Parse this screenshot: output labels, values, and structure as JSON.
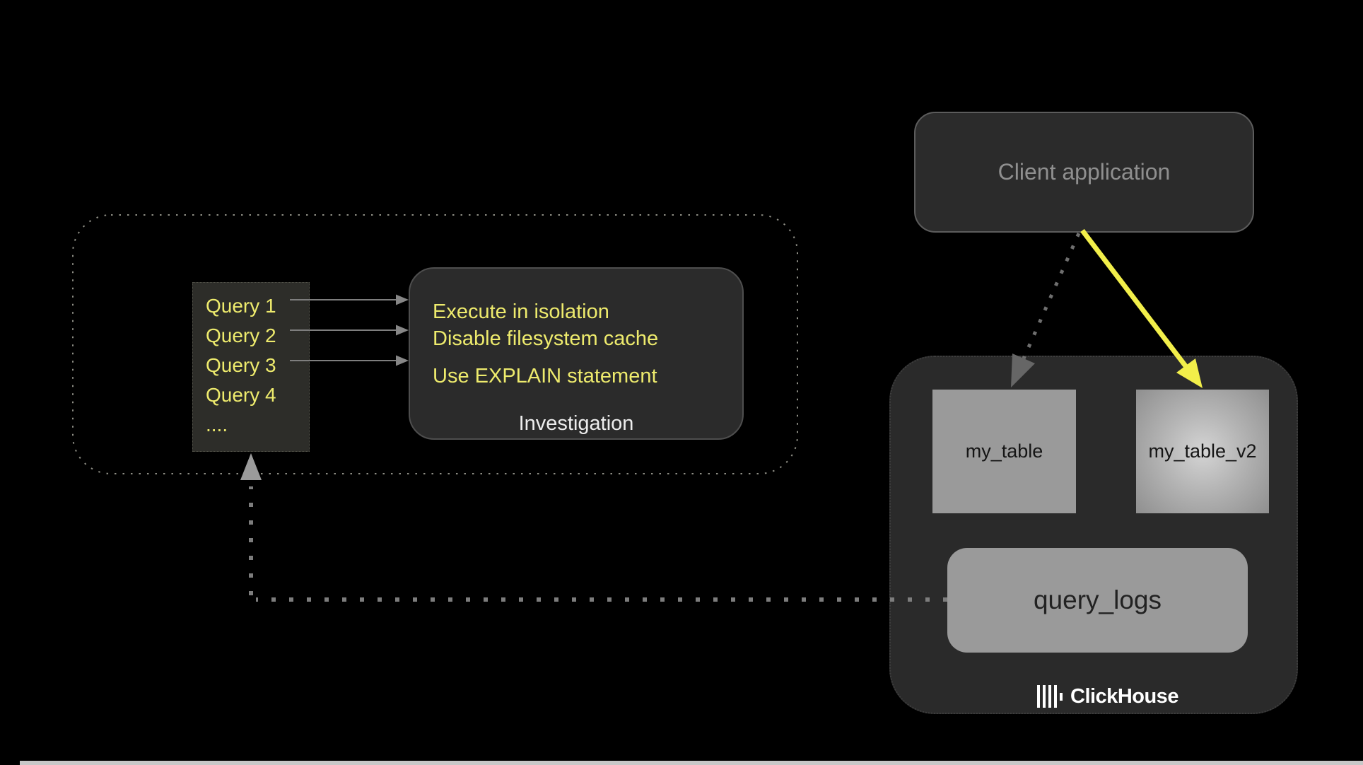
{
  "diagram": {
    "client": {
      "label": "Client application"
    },
    "clickhouse": {
      "table_left": "my_table",
      "table_right": "my_table_v2",
      "logs": "query_logs",
      "brand": "ClickHouse"
    },
    "investigation_cluster": {
      "query_list": [
        "Query 1",
        "Query 2",
        "Query 3",
        "Query 4",
        "...."
      ],
      "investigation": {
        "tips": [
          "Execute in isolation",
          "Disable filesystem cache",
          "Use EXPLAIN statement"
        ],
        "title": "Investigation"
      }
    },
    "colors": {
      "background": "#000000",
      "panel_dark": "#2b2b2b",
      "table_gray": "#9a9a9a",
      "text_yellow": "#eeeb6d",
      "arrow_yellow": "#f2ef4a",
      "arrow_gray": "#7d7d7d",
      "brand_white": "#ffffff"
    }
  }
}
